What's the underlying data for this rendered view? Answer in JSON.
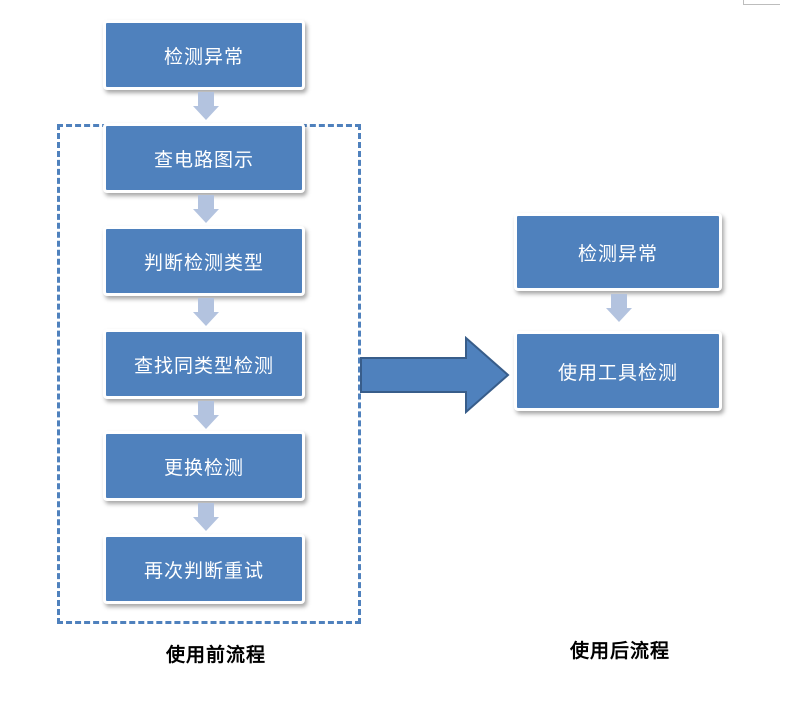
{
  "before": {
    "steps": [
      "检测异常",
      "查电路图示",
      "判断检测类型",
      "查找同类型检测",
      "更换检测",
      "再次判断重试"
    ],
    "caption": "使用前流程"
  },
  "after": {
    "steps": [
      "检测异常",
      "使用工具检测"
    ],
    "caption": "使用后流程"
  },
  "colors": {
    "box_fill": "#4f81bd",
    "connector": "#b3c3df",
    "frame": "#4f81bd"
  }
}
